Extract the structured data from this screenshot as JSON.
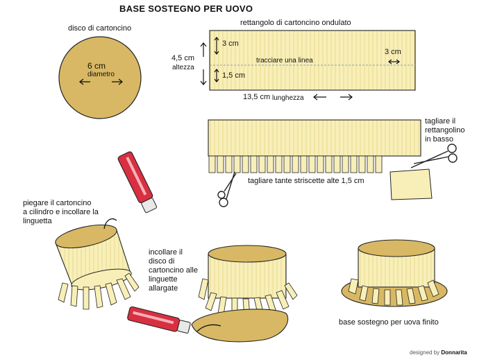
{
  "title": "BASE  SOSTEGNO PER UOVO",
  "disc": {
    "label": "disco di cartoncino",
    "size": "6 cm",
    "unit": "diametro"
  },
  "rect": {
    "label": "rettangolo di cartoncino ondulato",
    "top_band": "3 cm",
    "height_value": "4,5 cm",
    "height_word": "altezza",
    "line_text": "tracciare una linea",
    "right_mark": "3 cm",
    "bottom_band": "1,5 cm",
    "length_value": "13,5 cm",
    "length_word": "lunghezza"
  },
  "step_strips": "tagliare tante striscette alte 1,5 cm",
  "step_cut": [
    "tagliare il",
    "rettangolino",
    "in basso"
  ],
  "step_fold": [
    "piegare il cartoncino",
    "a cilindro e incollare la",
    "linguetta"
  ],
  "step_glue": [
    "incollare il",
    "disco di",
    "cartoncino alle",
    "linguette",
    "allargate"
  ],
  "final": "base sostegno per uova finito",
  "credit": {
    "prefix": "designed by",
    "brand": "Donnarita"
  },
  "colors": {
    "card": "#d8b864",
    "card_dark": "#b8903c",
    "paper": "#f8efb8",
    "red": "#d83040"
  }
}
